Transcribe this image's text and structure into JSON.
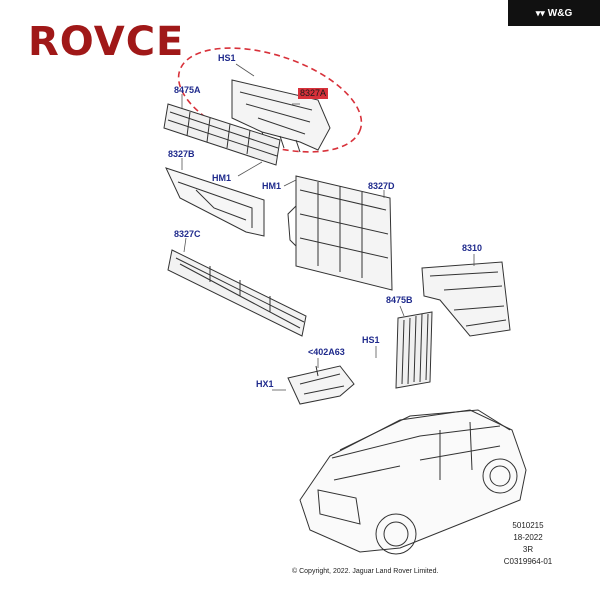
{
  "brand": {
    "logo_text": "ROVCE"
  },
  "badge": {
    "text": "W&G"
  },
  "labels": {
    "hs1_top": "HS1",
    "p8327a": "8327A",
    "p8475a": "8475A",
    "p8327b": "8327B",
    "hm1_left": "HM1",
    "hm1_mid": "HM1",
    "p8327d": "8327D",
    "p8327c": "8327C",
    "p8310": "8310",
    "p8475b": "8475B",
    "hs1_low": "HS1",
    "p402a63": "<402A63",
    "hx1": "HX1"
  },
  "doc_ref": [
    "5010215",
    "18-2022",
    "3R",
    "C0319964-01"
  ],
  "copyright": "© Copyright, 2022. Jaguar Land Rover Limited.",
  "colors": {
    "label": "#1f2a8c",
    "highlight": "#d8313a",
    "dashed_ellipse": "#d8313a",
    "logo": "#a01818"
  }
}
